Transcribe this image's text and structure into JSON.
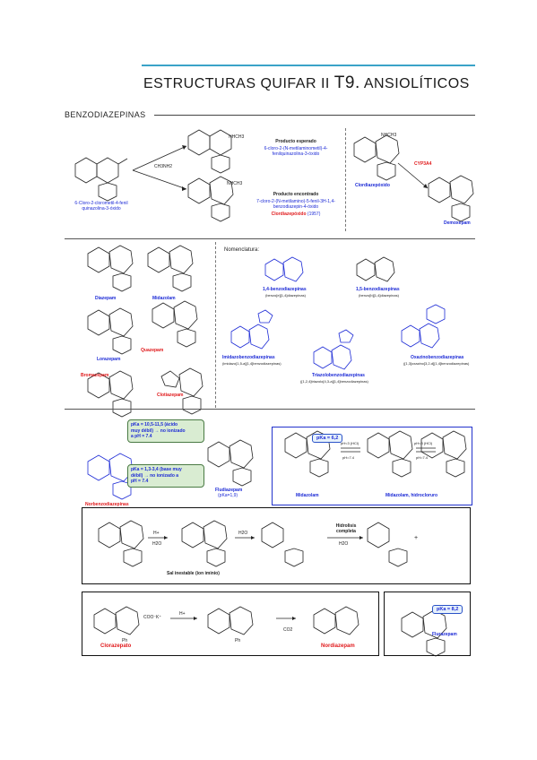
{
  "header": {
    "title_main": "ESTRUCTURAS QUIFAR II ",
    "title_num": "T9.",
    "title_rest": " ANSIOLÍTICOS"
  },
  "section": "BENZODIAZEPINAS",
  "synthesis": {
    "start_name": "6-Cloro-2-clorometil-4-fenil quinazolina-3-óxido",
    "reagent": "CH3NH2",
    "expected_title": "Producto esperado",
    "expected_name": "6-cloro-2-(N-metilaminometil)-4-fenilquinazolina-3-óxido",
    "found_title": "Producto encontrado",
    "found_name": "7-cloro-2-(N-metilamino)-5-fenil-3H-1,4-benzodiazepin-4-óxido",
    "found_drug": "Clordiazepóxido",
    "found_year": "(1957)",
    "label_nhch3_top": "NHCH3",
    "label_nhch3_bot": "NHCH3",
    "metab_start": "Clordiazepóxido",
    "enzyme": "CYP3A4",
    "metab_end": "Demoxepam"
  },
  "drugs": {
    "diazepam": "Diazepam",
    "midazolam": "Midazolam",
    "lorazepam": "Lorazepam",
    "quazepam": "Quazepam",
    "bromazepam": "Bromazepam",
    "clotiazepam": "Clotiazepam"
  },
  "nomenclature": {
    "title": "Nomenclatura:",
    "n14": "1,4-benzodiazepinas",
    "n14_sub": "(benzo[e][1,4]diazepinas)",
    "n15": "1,5-benzodiazepinas",
    "n15_sub": "(benzo[b][1,4]diazepinas)",
    "imid": "Imidazobenzodiazepinas",
    "imid_sub": "(imidazo[1,5-a][1,4]benzodiazepinas)",
    "triaz": "Triazolobenzodiazepinas",
    "triaz_sub": "([1,2,4]triazolo[4,3-a][1,4]benzodiazepinas)",
    "oxaz": "Oxazinobenzodiazepinas",
    "oxaz_sub": "([1,3]oxazino[3,2-d][1,4]benzodiazepinas)"
  },
  "pka_section": {
    "callout1_l1": "pKa = 10,5-11,5 (ácido",
    "callout1_l2": "muy débil) → no ionizado",
    "callout1_l3": "a pH = 7.4",
    "callout2_l1": "pKa = 1,3-3,4 (base muy",
    "callout2_l2": "débil) → no ionizado a",
    "callout2_l3": "pH = 7.4",
    "norbenzo": "Norbenzodiazepinas",
    "flud": "Fludiazepam",
    "flud_pka": "(pKa=1,9)",
    "midaz_pka": "pKa = 6,2",
    "cond1_top": "pH<3 (HCl)",
    "cond1_bot": "pH=7.4",
    "cond2_top": "pH<3 (HCl)",
    "cond2_bot": "pH=7.4",
    "midaz1": "Midazolam",
    "midaz2": "Midazolam, hidrocloruro"
  },
  "hydrolysis": {
    "hplus": "H+",
    "h2o_a": "H2O",
    "h2o_b": "H2O",
    "hidro_title": "Hidrolisis completa",
    "h2o_c": "H2O",
    "plus": "+",
    "sal": "Sal inestable (ion iminio)"
  },
  "cloraz": {
    "anion": "COO⁻K⁺",
    "hplus": "H+",
    "co2": "CO2",
    "clorazepato": "Clorazepato",
    "nordiazepam": "Nordiazepam",
    "ph": "Ph",
    "ph2": "Ph"
  },
  "fluraz": {
    "pka": "pKa = 8,2",
    "name": "Flurazepam"
  }
}
